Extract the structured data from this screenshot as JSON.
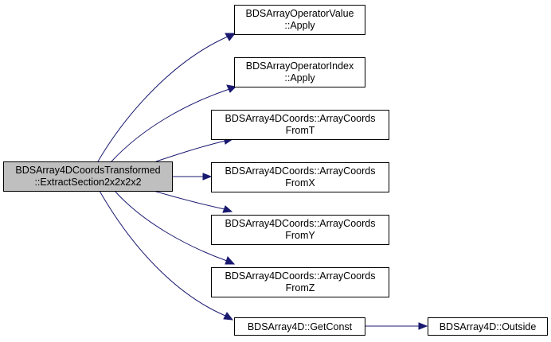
{
  "colors": {
    "edge": "#191970",
    "root_fill": "#bfbfbf",
    "node_fill": "#ffffff",
    "border": "#000000"
  },
  "nodes": {
    "root": {
      "line1": "BDSArray4DCoordsTransformed",
      "line2": "::ExtractSection2x2x2x2"
    },
    "opvalue": {
      "line1": "BDSArrayOperatorValue",
      "line2": "::Apply"
    },
    "opindex": {
      "line1": "BDSArrayOperatorIndex",
      "line2": "::Apply"
    },
    "fromT": {
      "line1": "BDSArray4DCoords::ArrayCoords",
      "line2": "FromT"
    },
    "fromX": {
      "line1": "BDSArray4DCoords::ArrayCoords",
      "line2": "FromX"
    },
    "fromY": {
      "line1": "BDSArray4DCoords::ArrayCoords",
      "line2": "FromY"
    },
    "fromZ": {
      "line1": "BDSArray4DCoords::ArrayCoords",
      "line2": "FromZ"
    },
    "getconst": {
      "line1": "BDSArray4D::GetConst"
    },
    "outside": {
      "line1": "BDSArray4D::Outside"
    }
  }
}
